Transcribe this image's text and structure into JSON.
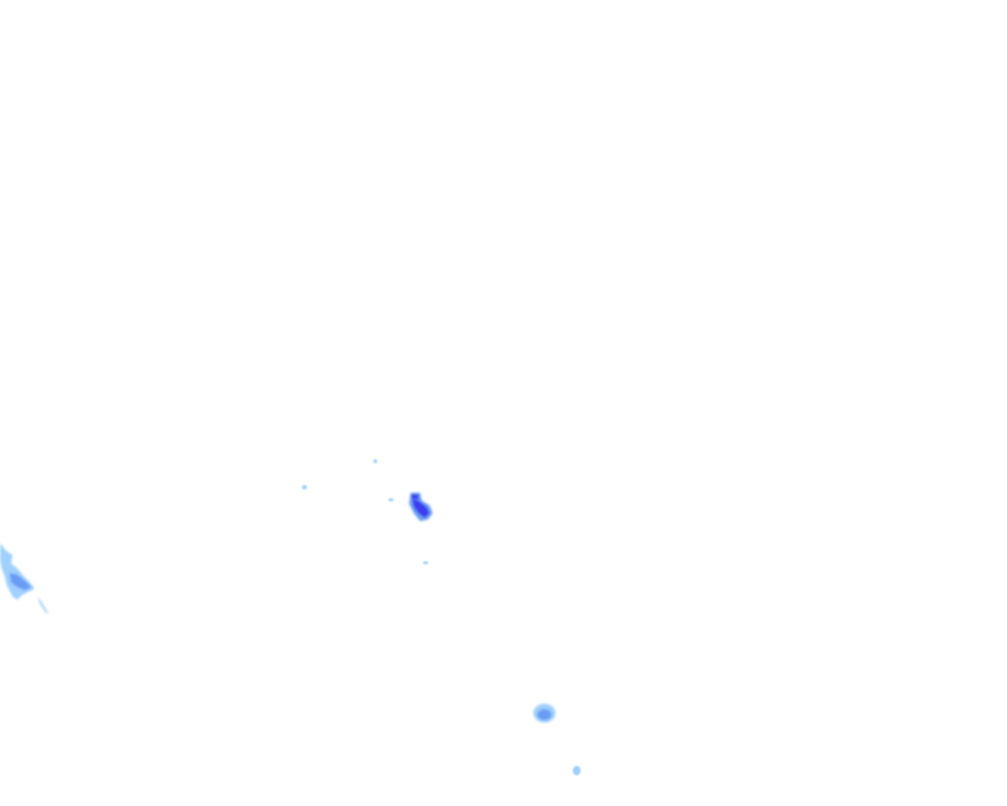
{
  "map": {
    "layer": "precipitation-radar-overlay",
    "background_color": "#ffffff",
    "intensity_colors": {
      "light": "#9fd0ff",
      "moderate": "#6a9cf5",
      "heavy": "#3b3bf0"
    },
    "echoes": [
      {
        "id": "cell-west-coast",
        "intensity": "moderate"
      },
      {
        "id": "cell-central",
        "intensity": "heavy"
      },
      {
        "id": "cell-south",
        "intensity": "moderate"
      },
      {
        "id": "cell-south-small",
        "intensity": "light"
      },
      {
        "id": "speck-1",
        "intensity": "light"
      },
      {
        "id": "speck-2",
        "intensity": "light"
      },
      {
        "id": "speck-3",
        "intensity": "light"
      },
      {
        "id": "speck-4",
        "intensity": "light"
      }
    ]
  }
}
